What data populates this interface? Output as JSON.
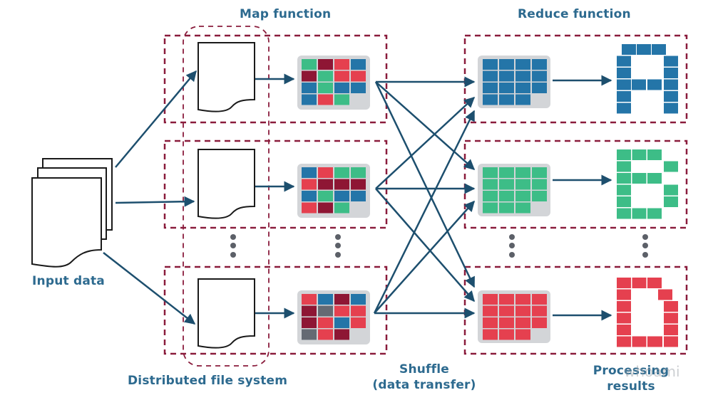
{
  "labels": {
    "map_function": "Map function",
    "reduce_function": "Reduce function",
    "input_data": "Input data",
    "distributed_fs": "Distributed file system",
    "shuffle_line1": "Shuffle",
    "shuffle_line2": "(data transfer)",
    "results_line1": "Processing",
    "results_line2": "results",
    "watermark": "whoami"
  },
  "colors": {
    "blue": "#2475a8",
    "green": "#3dbd87",
    "red": "#e5404f",
    "maroon": "#8e1634",
    "gray": "#656a73",
    "arrow": "#1d4f6e",
    "dashed": "#8a1c3c",
    "tray": "#d3d5d8",
    "dots": "#5c6068",
    "label": "#2d6a8f"
  },
  "map_outputs": [
    {
      "rows": [
        [
          "green",
          "maroon",
          "red",
          "blue"
        ],
        [
          "maroon",
          "green",
          "red",
          "red"
        ],
        [
          "blue",
          "green",
          "blue",
          "blue"
        ],
        [
          "blue",
          "red",
          "green",
          null
        ]
      ]
    },
    {
      "rows": [
        [
          "blue",
          "red",
          "green",
          "green"
        ],
        [
          "red",
          "maroon",
          "maroon",
          "maroon"
        ],
        [
          "blue",
          "green",
          "blue",
          "blue"
        ],
        [
          "red",
          "maroon",
          "green",
          null
        ]
      ]
    },
    {
      "rows": [
        [
          "red",
          "blue",
          "maroon",
          "blue"
        ],
        [
          "maroon",
          "gray",
          "red",
          "red"
        ],
        [
          "maroon",
          "red",
          "blue",
          "red"
        ],
        [
          "gray",
          "red",
          "maroon",
          null
        ]
      ]
    }
  ],
  "reduce_groups": [
    {
      "color": "blue",
      "letter": "A"
    },
    {
      "color": "green",
      "letter": "B"
    },
    {
      "color": "red",
      "letter": "D"
    }
  ]
}
